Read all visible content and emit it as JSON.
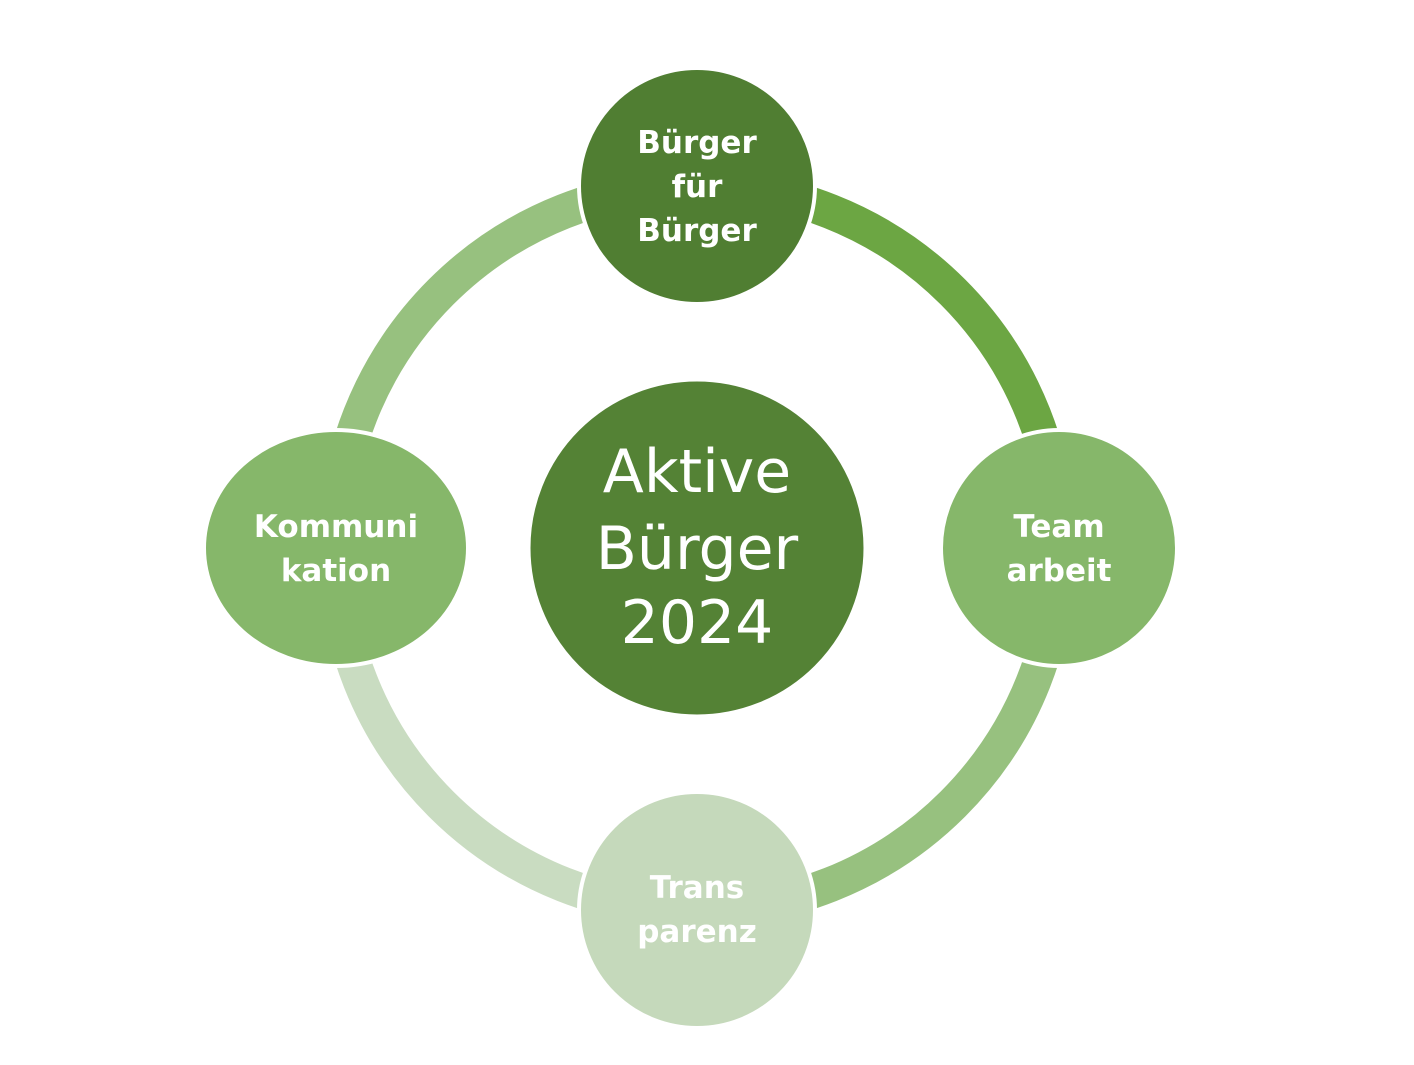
{
  "center": {
    "lines": [
      "Aktive",
      "Bürger",
      "2024"
    ],
    "color": "#548235"
  },
  "nodes": {
    "top": {
      "lines": [
        "Bürger",
        "für",
        "Bürger"
      ],
      "color": "#507e32"
    },
    "right": {
      "lines": [
        "Team",
        "arbeit"
      ],
      "color": "#86b76a"
    },
    "bottom": {
      "lines": [
        "Trans",
        "parenz"
      ],
      "color": "#c5d9bb"
    },
    "left": {
      "lines": [
        "Kommuni",
        "kation"
      ],
      "color": "#86b76a"
    }
  },
  "arcs": {
    "top_right": "#6ca643",
    "bottom_right": "#97c17f",
    "bottom_left": "#c9dcc1",
    "top_left": "#97c17f"
  }
}
